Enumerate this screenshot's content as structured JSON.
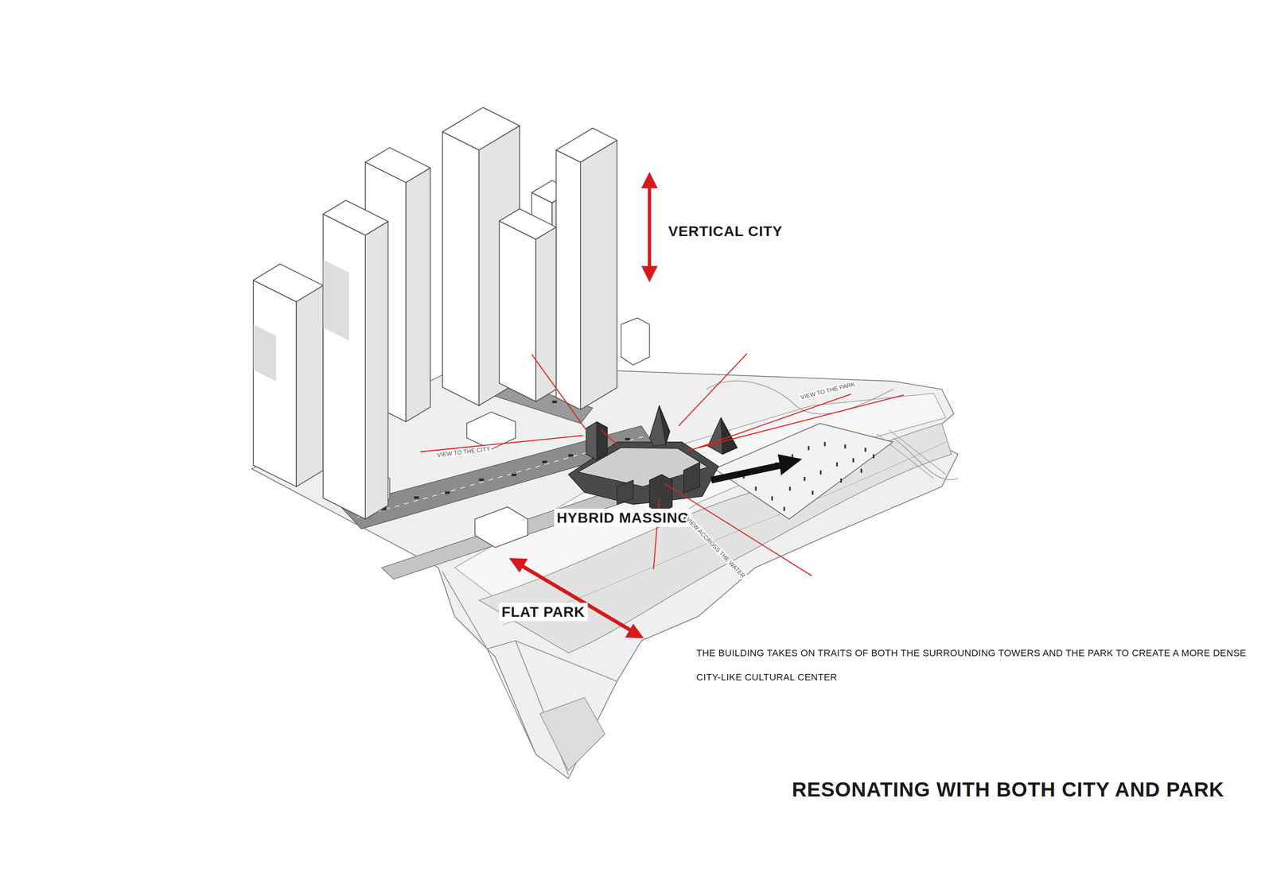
{
  "diagram": {
    "title": "RESONATING WITH BOTH CITY AND PARK",
    "labels": [
      "VERTICAL CITY",
      "VIEW TO THE PARK",
      "VIEW TO THE CITY",
      "HYBRID MASSING",
      "VIEW ACCROSS THE WATER",
      "FLAT PARK",
      "THE BUILDING TAKES ON TRAITS OF BOTH THE SURROUNDING TOWERS AND THE PARK TO CREATE A MORE DENSE CITY-LIKE CULTURAL CENTER"
    ]
  }
}
